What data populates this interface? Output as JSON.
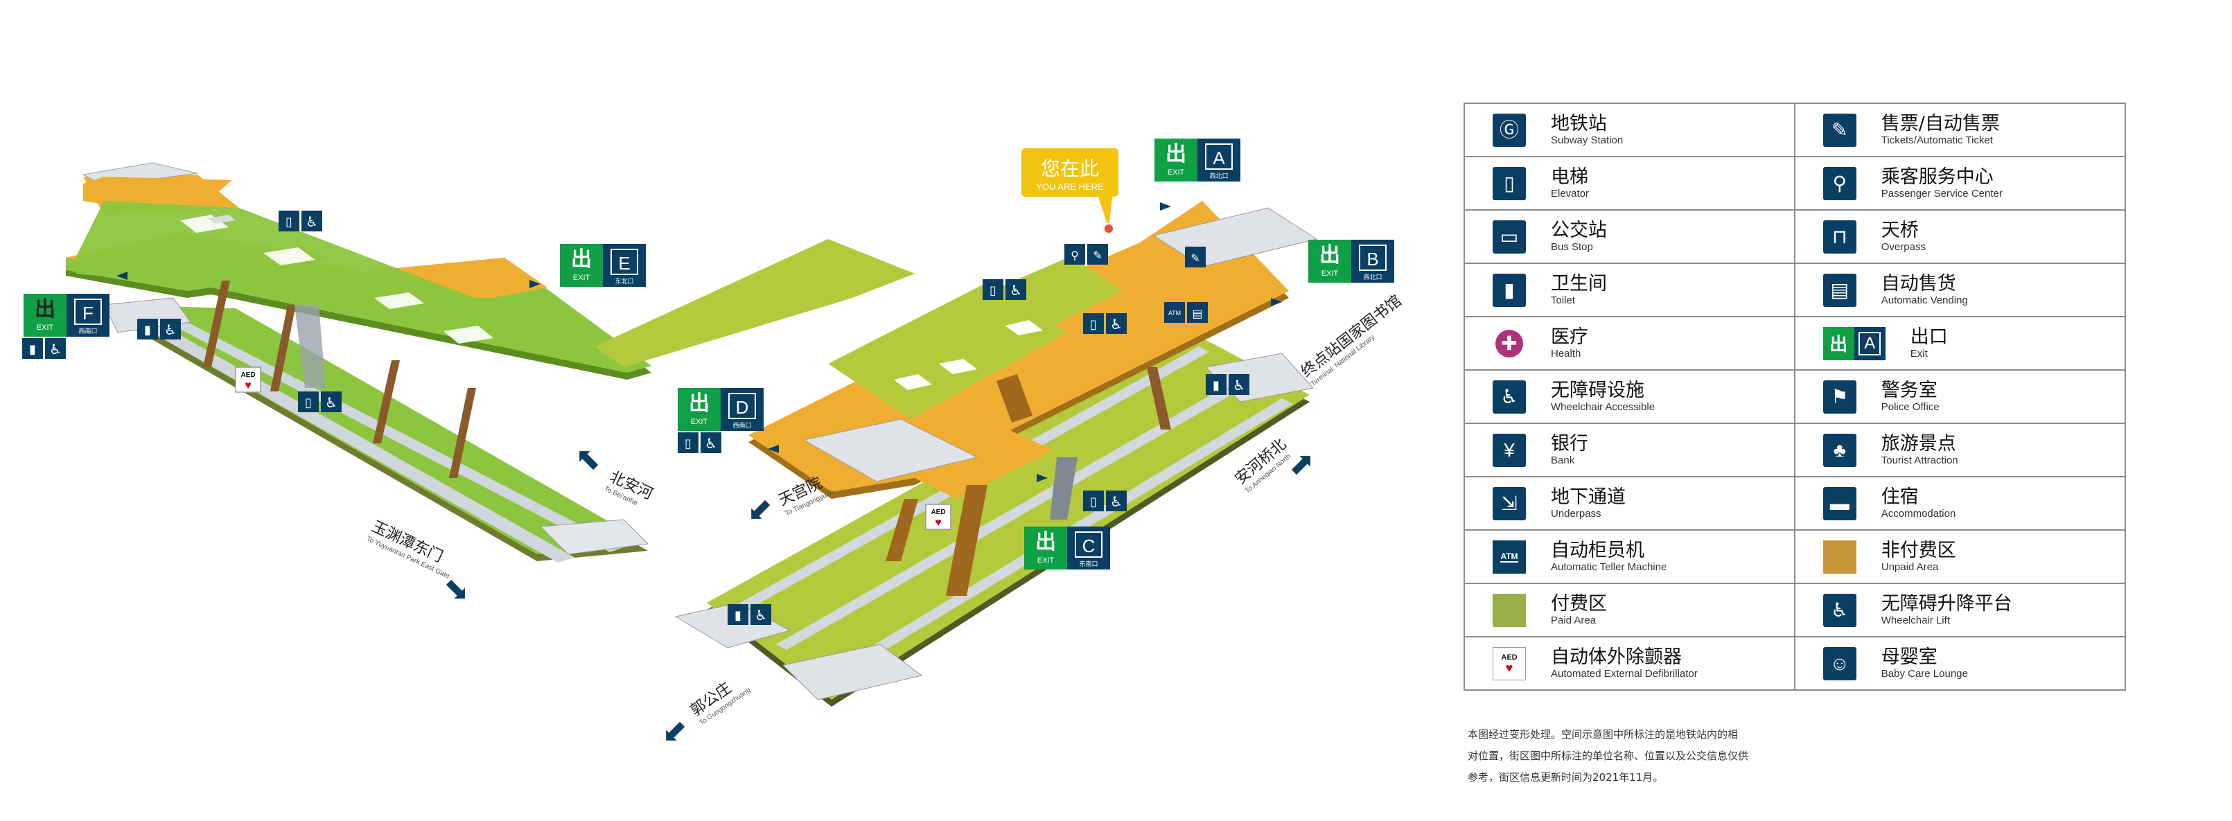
{
  "colors": {
    "paid": "#8cc63f",
    "paid_light": "#b5c93c",
    "unpaid": "#efae32",
    "navy": "#0b3e63",
    "exit_green": "#0f9f45",
    "you_are_here": "#f1c40f"
  },
  "map": {
    "you_are_here": {
      "cn": "您在此",
      "en": "YOU ARE HERE"
    },
    "exits": [
      {
        "letter": "F",
        "word": "EXIT",
        "cn": "西南口"
      },
      {
        "letter": "E",
        "word": "EXIT",
        "cn": "东北口"
      },
      {
        "letter": "D",
        "word": "EXIT",
        "cn": "西南口"
      },
      {
        "letter": "A",
        "word": "EXIT",
        "cn": "西北口"
      },
      {
        "letter": "B",
        "word": "EXIT",
        "cn": "西北口"
      },
      {
        "letter": "C",
        "word": "EXIT",
        "cn": "东南口"
      }
    ],
    "aed": "AED",
    "directions": [
      {
        "cn": "北安河",
        "en": "To Bei'anhe",
        "icon": "arrow-left-icon"
      },
      {
        "cn": "玉渊潭东门",
        "en": "To Yuyuantan Park East Gate",
        "icon": "arrow-right-icon"
      },
      {
        "cn": "天宫院",
        "en": "To Tiangongyuan",
        "icon": "arrow-left-icon"
      },
      {
        "cn": "安河桥北",
        "en": "To Anheqiao North",
        "icon": "arrow-right-icon"
      },
      {
        "cn": "郭公庄",
        "en": "To Guogongzhuang",
        "icon": "arrow-left-icon"
      },
      {
        "cn": "终点站国家图书馆",
        "en": "Terminal: National Library",
        "icon": ""
      }
    ]
  },
  "legend": [
    [
      {
        "cn": "地铁站",
        "en": "Subway Station",
        "icon": "subway-logo-icon"
      },
      {
        "cn": "售票/自动售票",
        "en": "Tickets/Automatic Ticket",
        "icon": "ticket-icon"
      }
    ],
    [
      {
        "cn": "电梯",
        "en": "Elevator",
        "icon": "elevator-icon"
      },
      {
        "cn": "乘客服务中心",
        "en": "Passenger Service Center",
        "icon": "service-center-icon"
      }
    ],
    [
      {
        "cn": "公交站",
        "en": "Bus Stop",
        "icon": "bus-icon"
      },
      {
        "cn": "天桥",
        "en": "Overpass",
        "icon": "overpass-icon"
      }
    ],
    [
      {
        "cn": "卫生间",
        "en": "Toilet",
        "icon": "toilet-icon"
      },
      {
        "cn": "自动售货",
        "en": "Automatic Vending",
        "icon": "vending-icon"
      }
    ],
    [
      {
        "cn": "医疗",
        "en": "Health",
        "icon": "health-icon"
      },
      {
        "cn": "出口",
        "en": "Exit",
        "icon": "exit-icon",
        "letter": "A"
      }
    ],
    [
      {
        "cn": "无障碍设施",
        "en": "Wheelchair Accessible",
        "icon": "wheelchair-icon"
      },
      {
        "cn": "警务室",
        "en": "Police Office",
        "icon": "police-icon"
      }
    ],
    [
      {
        "cn": "银行",
        "en": "Bank",
        "icon": "bank-icon"
      },
      {
        "cn": "旅游景点",
        "en": "Tourist Attraction",
        "icon": "tree-icon"
      }
    ],
    [
      {
        "cn": "地下通道",
        "en": "Underpass",
        "icon": "underpass-icon"
      },
      {
        "cn": "住宿",
        "en": "Accommodation",
        "icon": "bed-icon"
      }
    ],
    [
      {
        "cn": "自动柜员机",
        "en": "Automatic Teller Machine",
        "icon": "atm-icon",
        "label": "ATM"
      },
      {
        "cn": "非付费区",
        "en": "Unpaid Area",
        "icon": "unpaid-swatch-icon"
      }
    ],
    [
      {
        "cn": "付费区",
        "en": "Paid Area",
        "icon": "paid-swatch-icon"
      },
      {
        "cn": "无障碍升降平台",
        "en": "Wheelchair Lift",
        "icon": "wheelchair-lift-icon"
      }
    ],
    [
      {
        "cn": "自动体外除颤器",
        "en": "Automated External Defibrillator",
        "icon": "aed-icon",
        "label": "AED"
      },
      {
        "cn": "母婴室",
        "en": "Baby Care Lounge",
        "icon": "baby-care-icon"
      }
    ]
  ],
  "note": [
    "本图经过变形处理。空间示意图中所标注的是地铁站内的相",
    "对位置，街区图中所标注的单位名称、位置以及公交信息仅供",
    "参考，街区信息更新时间为2021年11月。"
  ]
}
